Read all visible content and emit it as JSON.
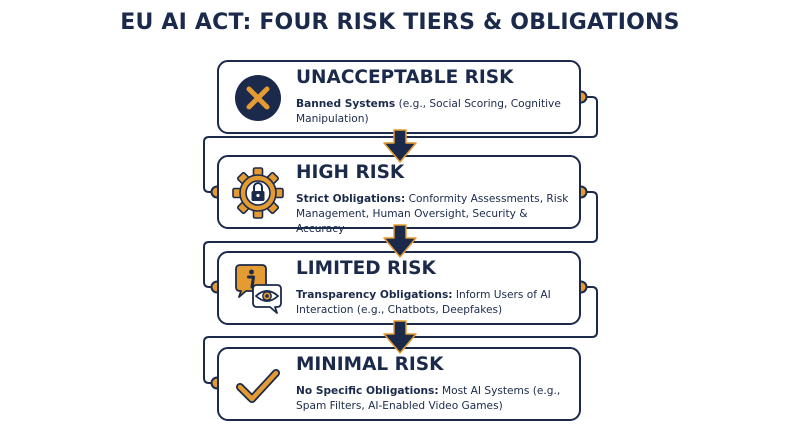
{
  "title": "EU AI ACT: FOUR RISK TIERS & OBLIGATIONS",
  "colors": {
    "navy": "#1b2a4b",
    "accent": "#e49b32",
    "background": "#ffffff"
  },
  "tiers": [
    {
      "heading": "UNACCEPTABLE RISK",
      "lead": "Banned Systems",
      "text": " (e.g., Social Scoring, Cognitive Manipulation)",
      "icon": "prohibited-x-icon"
    },
    {
      "heading": "HIGH RISK",
      "lead": "Strict Obligations:",
      "text": " Conformity Assessments, Risk Management, Human Oversight, Security & Accuracy",
      "icon": "gear-lock-icon"
    },
    {
      "heading": "LIMITED RISK",
      "lead": "Transparency Obligations:",
      "text": " Inform Users of AI Interaction (e.g., Chatbots, Deepfakes)",
      "icon": "info-eye-speech-icon"
    },
    {
      "heading": "MINIMAL RISK",
      "lead": "No Specific Obligations:",
      "text": " Most AI Systems (e.g., Spam Filters, AI-Enabled Video Games)",
      "icon": "checkmark-icon"
    }
  ]
}
